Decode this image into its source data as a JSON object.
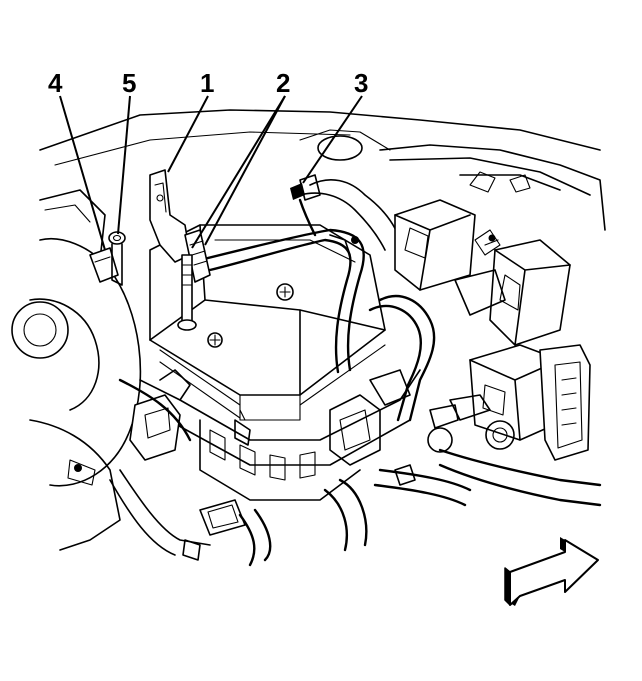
{
  "callouts": [
    {
      "id": "4",
      "label": "4"
    },
    {
      "id": "5",
      "label": "5"
    },
    {
      "id": "1",
      "label": "1"
    },
    {
      "id": "2",
      "label": "2"
    },
    {
      "id": "3",
      "label": "3"
    }
  ],
  "icons": {
    "direction_arrow": "forward-direction-arrow-icon"
  },
  "colors": {
    "line": "#000000",
    "background": "#ffffff"
  }
}
